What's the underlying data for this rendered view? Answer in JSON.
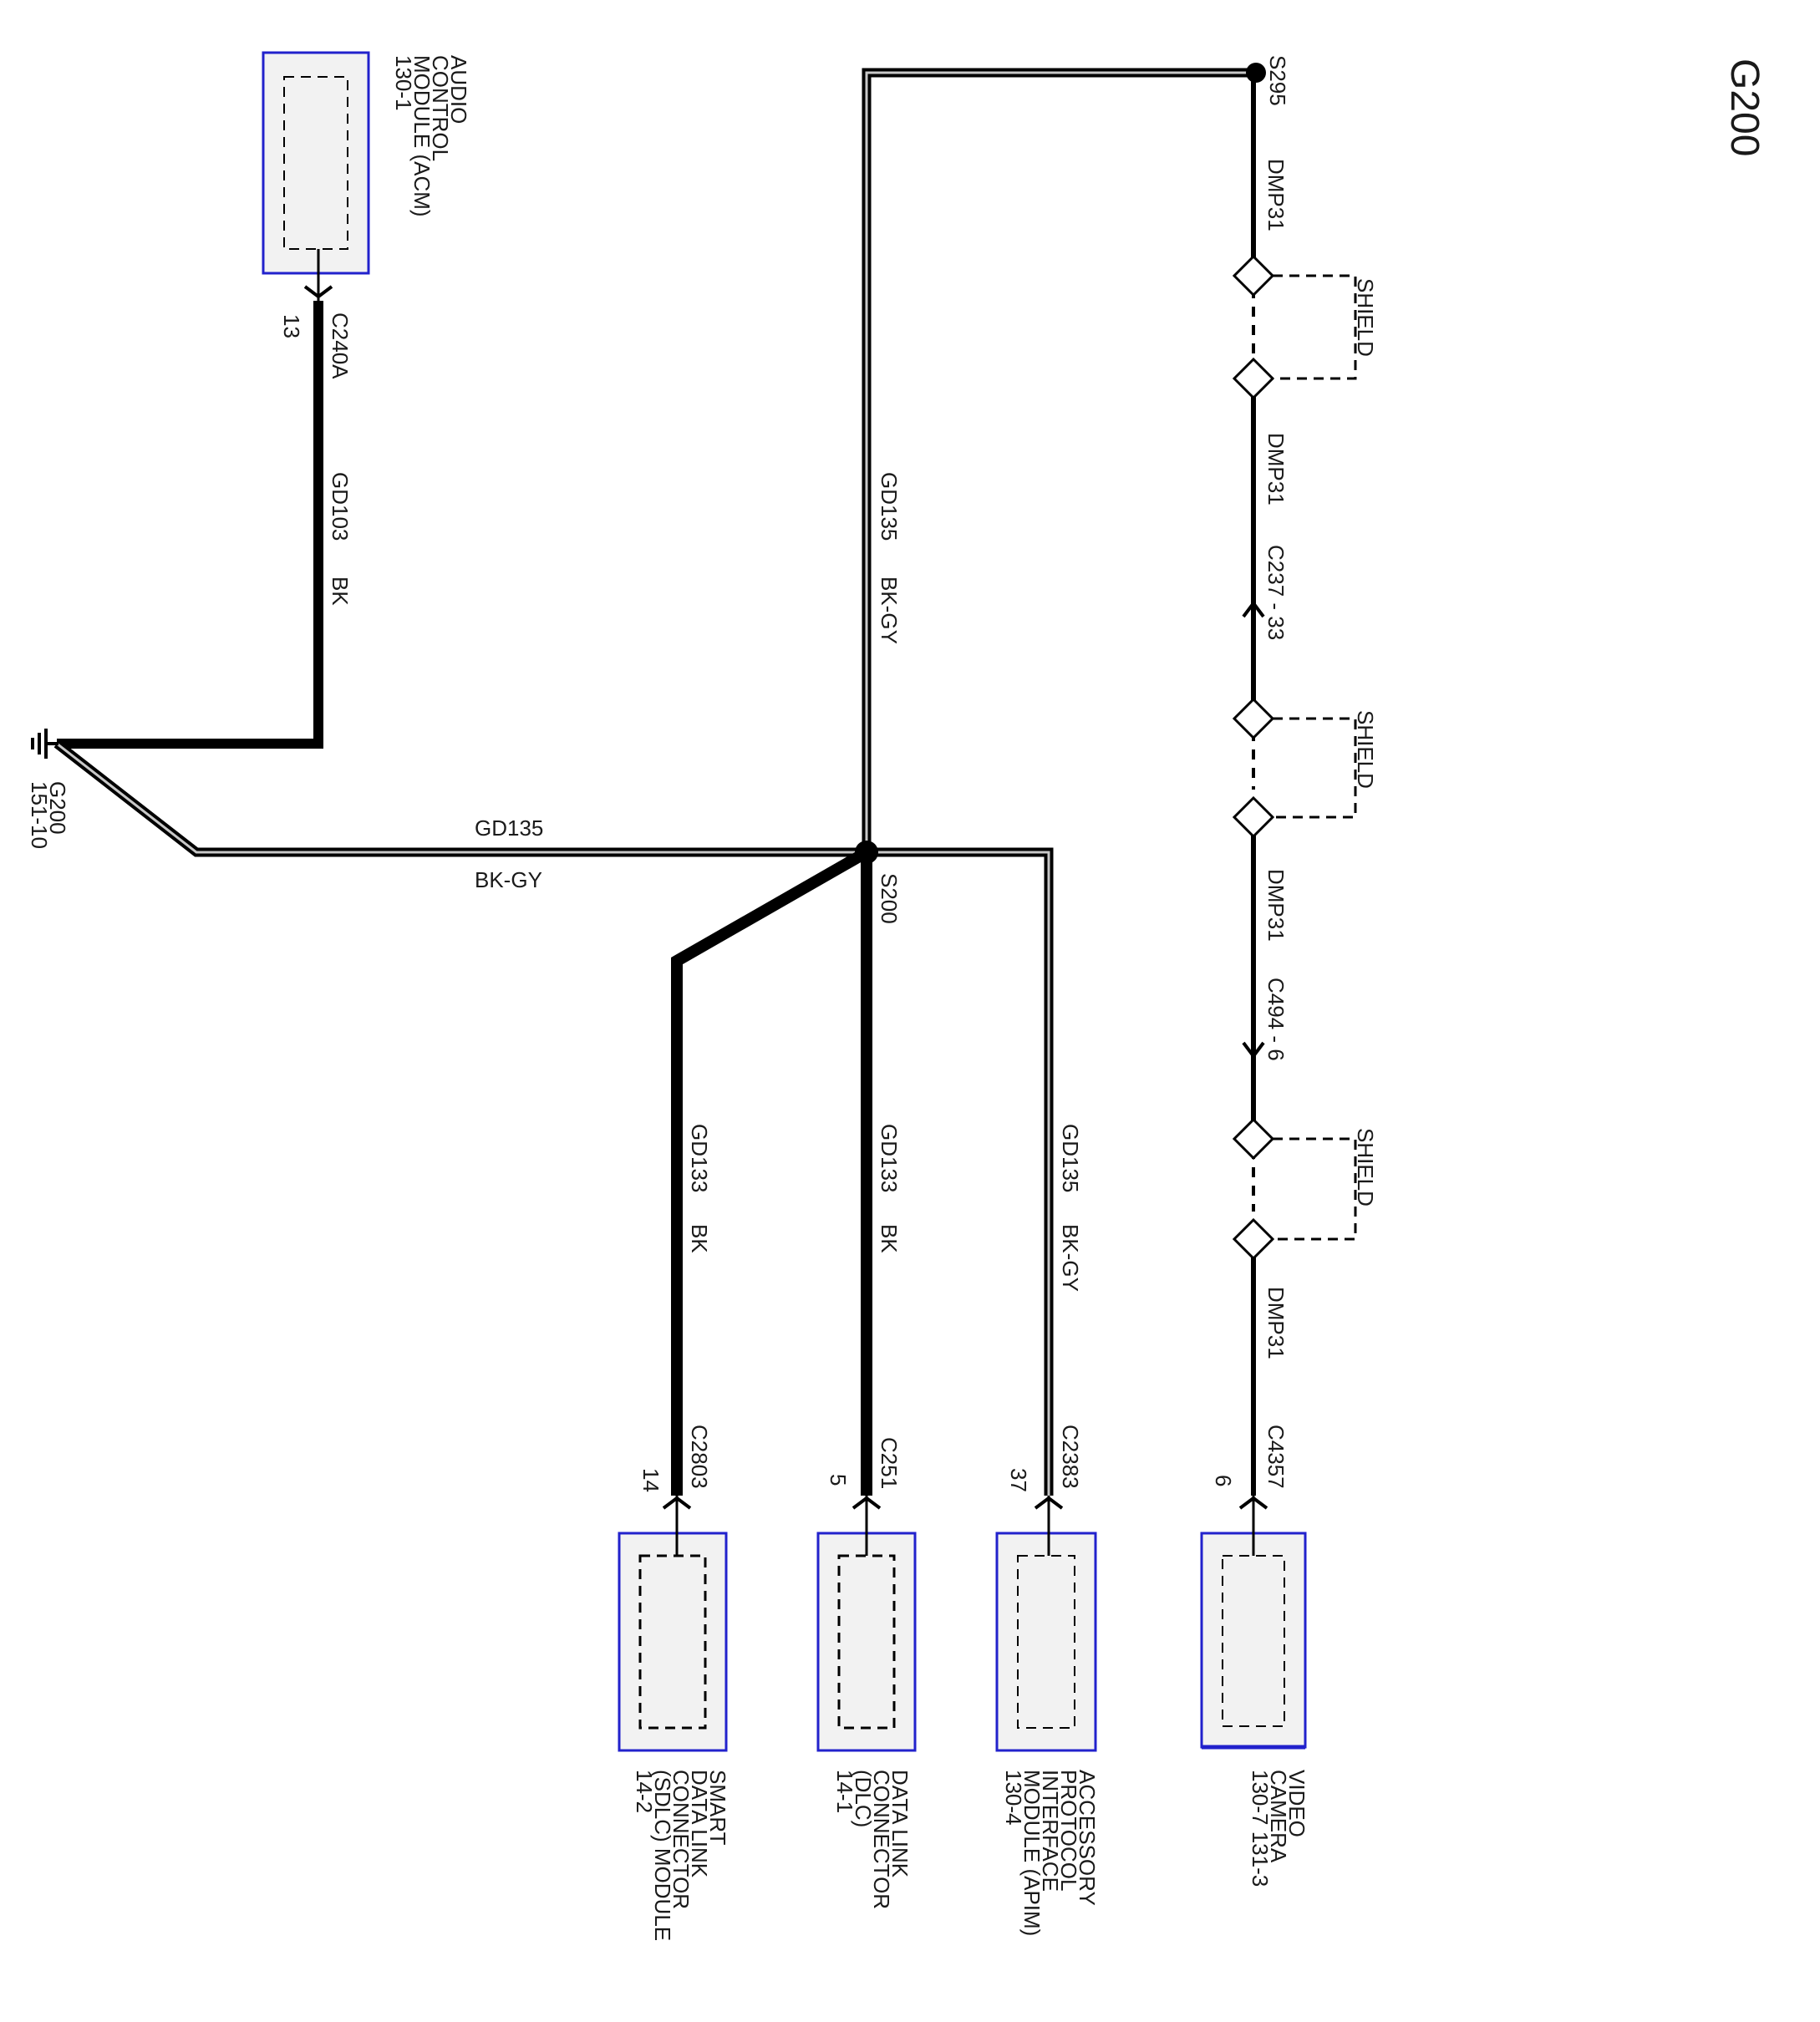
{
  "page_title": "G200",
  "colors": {
    "wire": "#000000",
    "module_border": "#2222cc",
    "module_fill": "#f2f2f2",
    "text": "#1a1a1a"
  },
  "ground": {
    "label": "G200",
    "ref": "151-10"
  },
  "splices": {
    "s200": "S200",
    "s295": "S295"
  },
  "modules": {
    "acm": {
      "lines": [
        "AUDIO",
        "CONTROL",
        "MODULE (ACM)",
        "130-1"
      ],
      "connector": "C240A",
      "pin": "13"
    },
    "sdlc": {
      "lines": [
        "SMART",
        "DATA LINK",
        "CONNECTOR",
        "(SDLC) MODULE",
        "14-2"
      ],
      "connector": "C2803",
      "pin": "14"
    },
    "dlc": {
      "lines": [
        "DATA LINK",
        "CONNECTOR",
        "(DLC)",
        "14-1"
      ],
      "connector": "C251",
      "pin": "5"
    },
    "apim": {
      "lines": [
        "ACCESSORY",
        "PROTOCOL",
        "INTERFACE",
        "MODULE (APIM)",
        "130-4"
      ],
      "connector": "C2383",
      "pin": "37"
    },
    "camera": {
      "lines": [
        "VIDEO",
        "CAMERA",
        "130-7   131-3"
      ],
      "connector": "C4357",
      "pin": "6"
    }
  },
  "wires": {
    "acm_gnd": {
      "circuit": "GD103",
      "color": "BK"
    },
    "main_gnd": {
      "circuit": "GD135",
      "color": "BK-GY"
    },
    "to_s295": {
      "circuit": "GD135",
      "color": "BK-GY"
    },
    "sdlc_gnd": {
      "circuit": "GD133",
      "color": "BK"
    },
    "dlc_gnd": {
      "circuit": "GD133",
      "color": "BK"
    },
    "apim_gnd": {
      "circuit": "GD135",
      "color": "BK-GY"
    }
  },
  "drain": {
    "circuit": "DMP31",
    "shield_label": "SHIELD",
    "inline_connectors": [
      "C237 - 33",
      "C494 - 6"
    ]
  }
}
